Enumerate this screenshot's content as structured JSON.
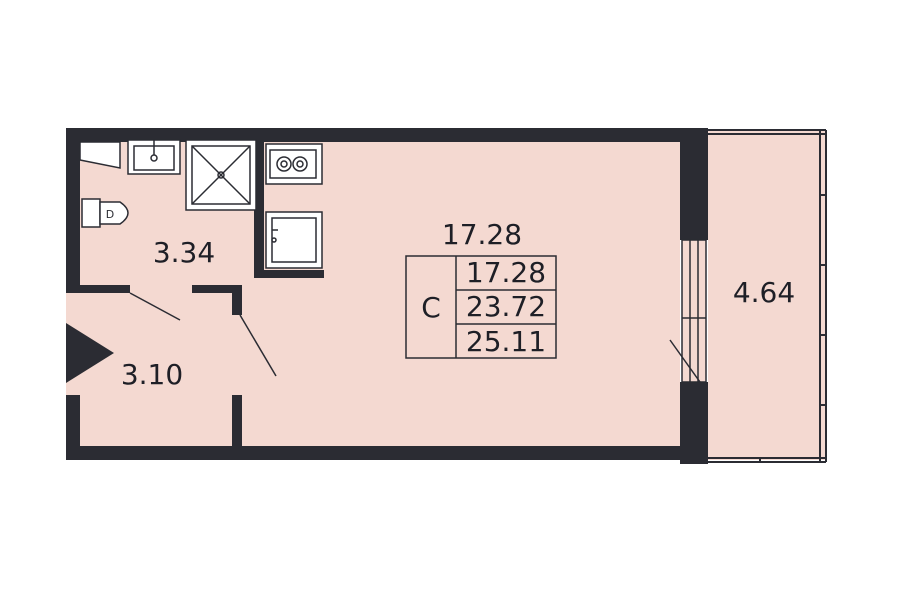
{
  "colors": {
    "floor": "#f4d9d1",
    "wall": "#2b2c33",
    "line": "#2b2c33",
    "text": "#1e1f26",
    "background": "#ffffff"
  },
  "rooms": {
    "main_room": {
      "area": "17.28"
    },
    "bathroom": {
      "area": "3.34"
    },
    "hallway": {
      "area": "3.10"
    },
    "balcony": {
      "area": "4.64"
    }
  },
  "summary_table": {
    "type_label": "С",
    "living_area": "17.28",
    "total_area": "23.72",
    "total_with_balcony": "25.11"
  },
  "icons": [
    "sink-icon",
    "shower-icon",
    "toilet-icon",
    "stove-icon",
    "kitchen-sink-icon",
    "entrance-arrow-icon"
  ]
}
